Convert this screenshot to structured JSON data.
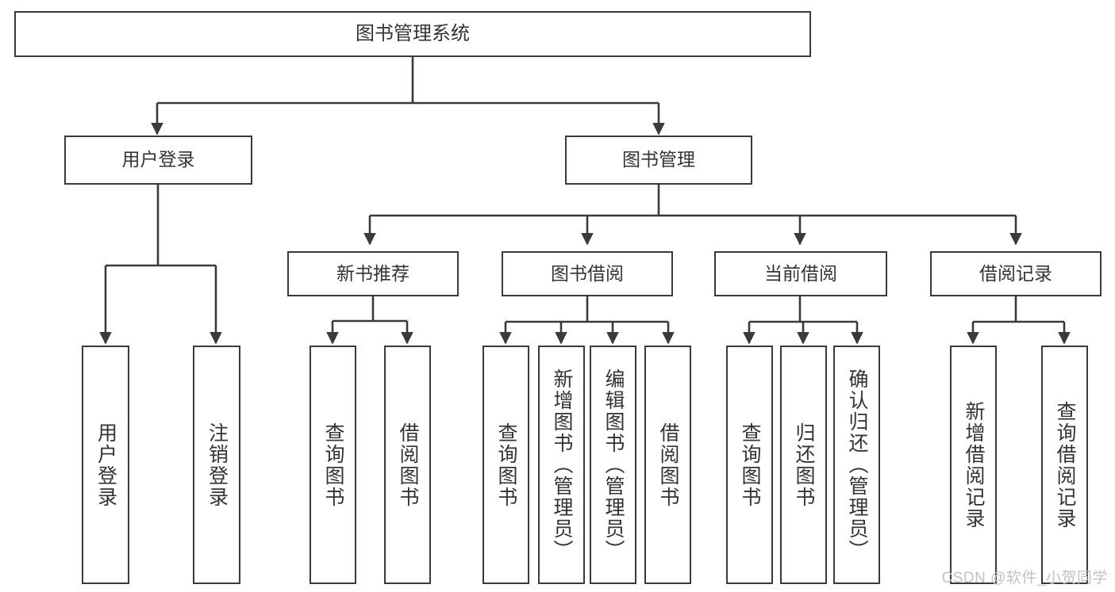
{
  "diagram": {
    "title": "图书管理系统",
    "type": "tree-hierarchy-chart",
    "watermark": "CSDN @软件_小贺同学",
    "colors": {
      "border": "#3a3a3a",
      "text": "#333333",
      "background": "#ffffff",
      "edge": "#3a3a3a",
      "watermark": "#c2c2c2"
    },
    "nodes": {
      "root": {
        "label": "图书管理系统"
      },
      "level2": [
        {
          "id": "user-login",
          "label": "用户登录"
        },
        {
          "id": "book-manage",
          "label": "图书管理"
        }
      ],
      "level3": [
        {
          "id": "new-book-rec",
          "label": "新书推荐"
        },
        {
          "id": "book-borrow",
          "label": "图书借阅"
        },
        {
          "id": "current-borrow",
          "label": "当前借阅"
        },
        {
          "id": "borrow-record",
          "label": "借阅记录"
        }
      ],
      "leaves": {
        "user_login": [
          {
            "id": "leaf-user-login",
            "label": "用户登录"
          },
          {
            "id": "leaf-logout-login",
            "label": "注销登录"
          }
        ],
        "new_book_rec": [
          {
            "id": "leaf-query-book-1",
            "label": "查询图书"
          },
          {
            "id": "leaf-borrow-book-1",
            "label": "借阅图书"
          }
        ],
        "book_borrow": [
          {
            "id": "leaf-query-book-2",
            "label": "查询图书"
          },
          {
            "id": "leaf-add-book",
            "label": "新增图书（管理员）"
          },
          {
            "id": "leaf-edit-book",
            "label": "编辑图书（管理员）"
          },
          {
            "id": "leaf-borrow-book-2",
            "label": "借阅图书"
          }
        ],
        "current_borrow": [
          {
            "id": "leaf-query-book-3",
            "label": "查询图书"
          },
          {
            "id": "leaf-return-book",
            "label": "归还图书"
          },
          {
            "id": "leaf-confirm-return",
            "label": "确认归还（管理员）"
          }
        ],
        "borrow_record": [
          {
            "id": "leaf-add-record",
            "label": "新增借阅记录"
          },
          {
            "id": "leaf-query-record",
            "label": "查询借阅记录"
          }
        ]
      }
    }
  }
}
